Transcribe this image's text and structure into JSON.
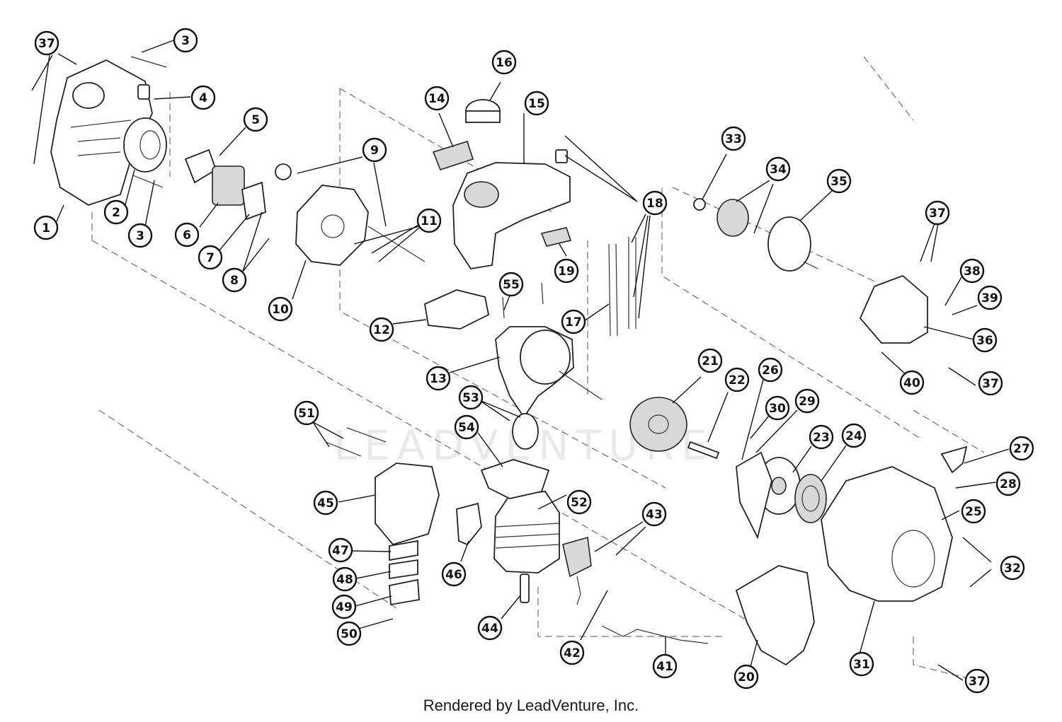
{
  "footer": {
    "text": "Rendered by LeadVenture, Inc."
  },
  "watermark": {
    "text": "LEADVENTURE"
  },
  "callouts": [
    {
      "label": "1"
    },
    {
      "label": "2"
    },
    {
      "label": "3"
    },
    {
      "label": "3"
    },
    {
      "label": "4"
    },
    {
      "label": "5"
    },
    {
      "label": "6"
    },
    {
      "label": "7"
    },
    {
      "label": "8"
    },
    {
      "label": "9"
    },
    {
      "label": "10"
    },
    {
      "label": "11"
    },
    {
      "label": "12"
    },
    {
      "label": "13"
    },
    {
      "label": "14"
    },
    {
      "label": "15"
    },
    {
      "label": "16"
    },
    {
      "label": "17"
    },
    {
      "label": "18"
    },
    {
      "label": "19"
    },
    {
      "label": "20"
    },
    {
      "label": "21"
    },
    {
      "label": "22"
    },
    {
      "label": "23"
    },
    {
      "label": "24"
    },
    {
      "label": "25"
    },
    {
      "label": "26"
    },
    {
      "label": "27"
    },
    {
      "label": "28"
    },
    {
      "label": "29"
    },
    {
      "label": "30"
    },
    {
      "label": "31"
    },
    {
      "label": "32"
    },
    {
      "label": "33"
    },
    {
      "label": "34"
    },
    {
      "label": "35"
    },
    {
      "label": "36"
    },
    {
      "label": "37"
    },
    {
      "label": "37"
    },
    {
      "label": "37"
    },
    {
      "label": "37"
    },
    {
      "label": "38"
    },
    {
      "label": "39"
    },
    {
      "label": "40"
    },
    {
      "label": "41"
    },
    {
      "label": "42"
    },
    {
      "label": "43"
    },
    {
      "label": "44"
    },
    {
      "label": "45"
    },
    {
      "label": "46"
    },
    {
      "label": "47"
    },
    {
      "label": "48"
    },
    {
      "label": "49"
    },
    {
      "label": "50"
    },
    {
      "label": "51"
    },
    {
      "label": "52"
    },
    {
      "label": "53"
    },
    {
      "label": "54"
    },
    {
      "label": "55"
    }
  ]
}
